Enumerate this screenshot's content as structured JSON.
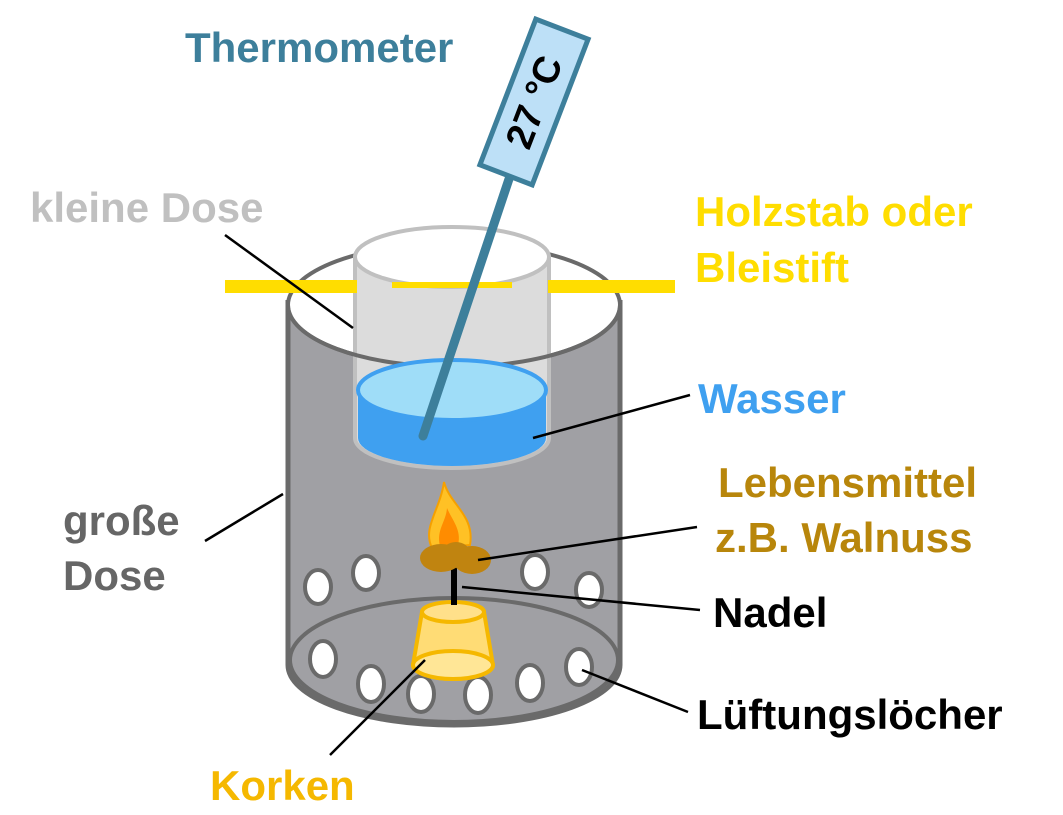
{
  "diagram": {
    "labels": {
      "thermometer": "Thermometer",
      "kleine_dose": "kleine Dose",
      "holzstab_line1": "Holzstab oder",
      "holzstab_line2": "Bleistift",
      "wasser": "Wasser",
      "lebensmittel_line1": "Lebensmittel",
      "lebensmittel_line2": "z.B. Walnuss",
      "nadel": "Nadel",
      "luftungsloecher": "Lüftungslöcher",
      "grosse_dose_line1": "große",
      "grosse_dose_line2": "Dose",
      "korken": "Korken"
    },
    "thermometer_reading": "27 °C",
    "colors": {
      "thermometer": "#3D7F9B",
      "thermometer_head": "#BDE0F7",
      "kleine_dose": "#C0C0C0",
      "holzstab": "#FFDD00",
      "wasser": "#3FA0F0",
      "wasser_top": "#9FDDF8",
      "lebensmittel": "#B8860B",
      "korken": "#F5C518",
      "grosse_dose_label": "#666666",
      "can_body": "#A0A0A4",
      "can_outline": "#6A6A6A",
      "flame_outer": "#FFC125",
      "flame_inner": "#FF8C00"
    }
  }
}
